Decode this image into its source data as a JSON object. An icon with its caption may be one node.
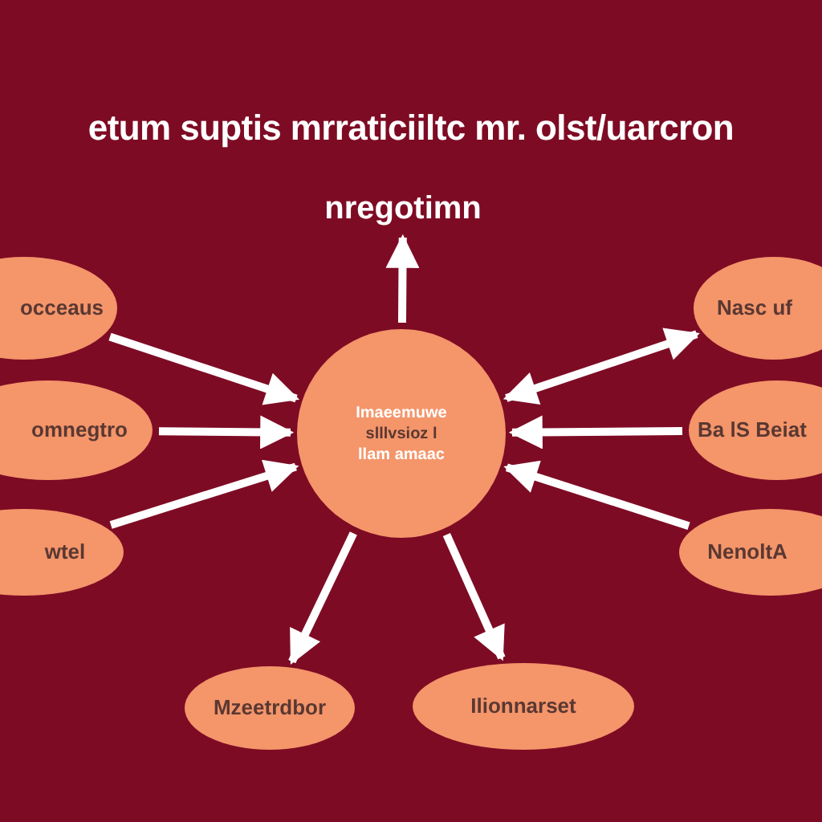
{
  "diagram": {
    "title": "etum suptis mrraticiiltc mr. olst/uarcron",
    "nodes": [
      {
        "text": [
          "nregotimn"
        ]
      },
      {
        "text": [
          "occeaus"
        ]
      },
      {
        "text": [
          "Nasc uf"
        ]
      },
      {
        "text": [
          "omnegtro"
        ]
      },
      {
        "text": [
          "Imaeemuwe",
          "slllvsioz l",
          "llam amaac"
        ]
      },
      {
        "text": [
          "Ba lS Beiat"
        ]
      },
      {
        "text": [
          "wtel"
        ]
      },
      {
        "text": [
          "NenoltA"
        ]
      },
      {
        "text": [
          "Mzeetrdbor"
        ]
      },
      {
        "text": [
          "Ilionnarset"
        ]
      }
    ],
    "edges": [
      {
        "from": 1,
        "to": 4,
        "arrow": "to"
      },
      {
        "from": 3,
        "to": 4,
        "arrow": "to"
      },
      {
        "from": 6,
        "to": 4,
        "arrow": "to"
      },
      {
        "from": 4,
        "to": 2,
        "arrow": "both"
      },
      {
        "from": 5,
        "to": 4,
        "arrow": "to"
      },
      {
        "from": 7,
        "to": 4,
        "arrow": "to"
      },
      {
        "from": 4,
        "to": 8,
        "arrow": "to"
      },
      {
        "from": 4,
        "to": 9,
        "arrow": "to"
      },
      {
        "from": 4,
        "to": 0,
        "arrow": "to"
      }
    ]
  }
}
